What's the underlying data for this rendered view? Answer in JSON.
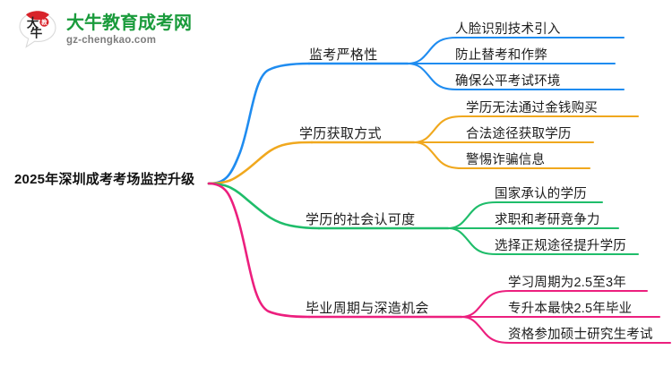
{
  "logo": {
    "brand_name": "大牛教育成考网",
    "url": "gz-chengkao.com",
    "mark_text": "大牛",
    "brand_color": "#1a9b3c",
    "url_color": "#7d7d7d",
    "mark_color": "#d8232a"
  },
  "mindmap": {
    "root": {
      "label": "2025年深圳成考考场监控升级"
    },
    "branches": [
      {
        "label": "监考严格性",
        "color": "#1f8cf0",
        "children": [
          "人脸识别技术引入",
          "防止替考和作弊",
          "确保公平考试环境"
        ]
      },
      {
        "label": "学历获取方式",
        "color": "#f0a81e",
        "children": [
          "学历无法通过金钱购买",
          "合法途径获取学历",
          "警惕诈骗信息"
        ]
      },
      {
        "label": "学历的社会认可度",
        "color": "#1fbd6a",
        "children": [
          "国家承认的学历",
          "求职和考研竞争力",
          "选择正规途径提升学历"
        ]
      },
      {
        "label": "毕业周期与深造机会",
        "color": "#ec1f7e",
        "children": [
          "学习周期为2.5至3年",
          "专升本最快2.5年毕业",
          "资格参加硕士研究生考试"
        ]
      }
    ]
  }
}
